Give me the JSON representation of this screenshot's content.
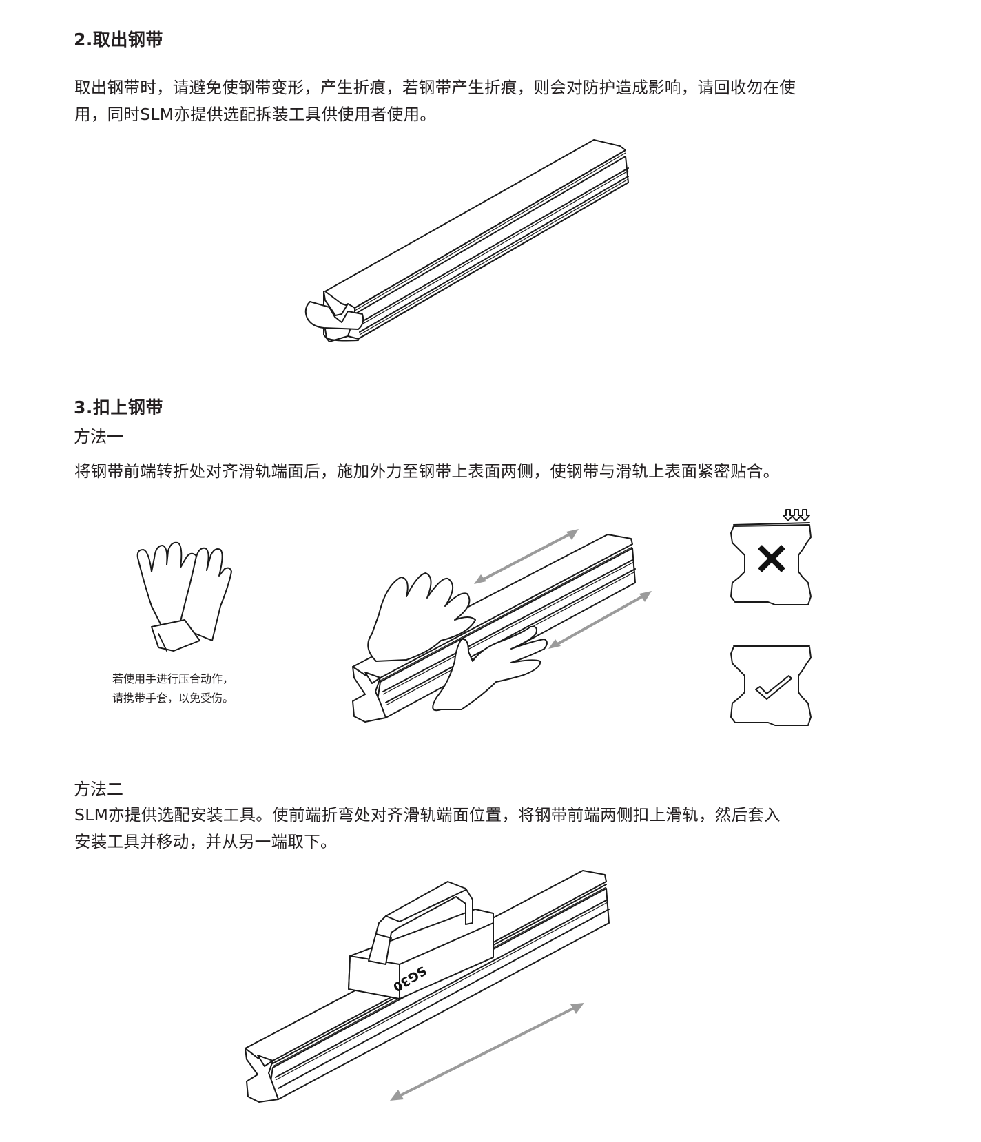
{
  "section2": {
    "title": "2.取出钢带",
    "paragraph_line1": "取出钢带时，请避免使钢带变形，产生折痕，若钢带产生折痕，则会对防护造成影响，请回收勿在使",
    "paragraph_line2": "用，同时SLM亦提供选配拆装工具供使用者使用。"
  },
  "section3": {
    "title": "3.扣上钢带",
    "method1": {
      "title": "方法一",
      "paragraph": "将钢带前端转折处对齐滑轨端面后，施加外力至钢带上表面两侧，使钢带与滑轨上表面紧密贴合。",
      "glove_caption_line1": "若使用手进行压合动作，",
      "glove_caption_line2": "请携带手套，以免受伤。",
      "wrong_icon": "cross-mark-icon",
      "right_icon": "check-mark-icon"
    },
    "method2": {
      "title": "方法二",
      "paragraph_line1": "SLM亦提供选配安装工具。使前端折弯处对齐滑轨端面位置，将钢带前端两侧扣上滑轨，然后套入",
      "paragraph_line2": "安装工具并移动，并从另一端取下。",
      "tool_marking": "SG30"
    }
  },
  "colors": {
    "text": "#231f20",
    "line_art": "#1a1a1a",
    "motion_arrow": "#9b9b9b"
  }
}
